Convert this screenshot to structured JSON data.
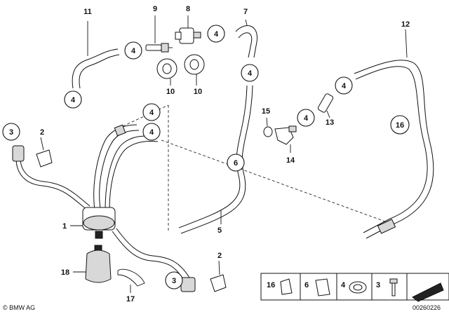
{
  "labels": {
    "p1": "1",
    "p2a": "2",
    "p2b": "2",
    "p3a": "3",
    "p3b": "3",
    "p4": "4",
    "p5": "5",
    "p6": "6",
    "p7": "7",
    "p8": "8",
    "p9": "9",
    "p10a": "10",
    "p10b": "10",
    "p11": "11",
    "p12": "12",
    "p13": "13",
    "p14": "14",
    "p15": "15",
    "p16": "16",
    "p17": "17",
    "p18": "18"
  },
  "legend": {
    "l16": "16",
    "l6": "6",
    "l4": "4",
    "l3": "3"
  },
  "footer": {
    "copyright": "© BMW AG",
    "diagram_id": "00260226"
  }
}
